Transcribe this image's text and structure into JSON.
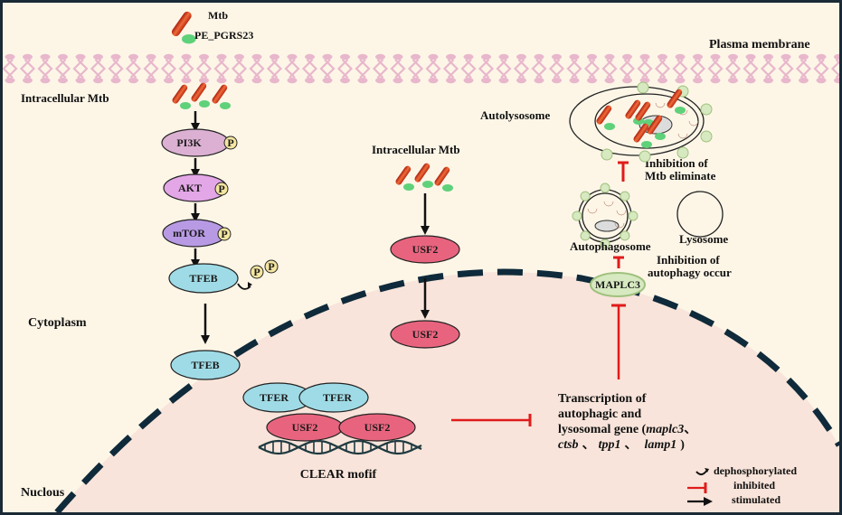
{
  "legend_top": {
    "mtb_label": "Mtb",
    "pe_label": "PE_PGRS23"
  },
  "regions": {
    "plasma_membrane": "Plasma membrane",
    "cytoplasm": "Cytoplasm",
    "nucleus": "Nuclous"
  },
  "left_pathway": {
    "title": "Intracellular Mtb",
    "nodes": [
      "PI3K",
      "AKT",
      "mTOR",
      "TFEB"
    ],
    "nucleus_node": "TFEB",
    "phospho_symbol": "P"
  },
  "middle_pathway": {
    "title": "Intracellular Mtb",
    "cyto_node": "USF2",
    "nucleus_node": "USF2"
  },
  "complex": {
    "tfer_left": "TFER",
    "tfer_right": "TFER",
    "usf2_left": "USF2",
    "usf2_right": "USF2",
    "motif_label": "CLEAR mofif"
  },
  "transcription": {
    "line1": "Transcription of",
    "line2": "autophagic and",
    "line3_prefix": "lysosomal gene (",
    "gene1": "maplc3",
    "sep": "、",
    "gene2": "ctsb",
    "gene3": "tpp1",
    "gene4": "lamp1",
    "close": ")"
  },
  "right_pathway": {
    "autolysosome": "Autolysosome",
    "inhibit_mtb_line1": "Inhibition of",
    "inhibit_mtb_line2": "Mtb eliminate",
    "autophagosome": "Autophagosome",
    "lysosome": "Lysosome",
    "inhibit_auto_line1": "Inhibition of",
    "inhibit_auto_line2": "autophagy occur",
    "maplc3": "MAPLC3"
  },
  "legend": {
    "dephos": "dephosphorylated",
    "inhibited": "inhibited",
    "stimulated": "stimulated"
  },
  "colors": {
    "background": "#fdf6e7",
    "nucleus_fill": "#f8e4da",
    "membrane": "#e8b7cc",
    "pi3k": "#dcb0d2",
    "akt": "#e3a6e6",
    "mtor": "#b89ae4",
    "tfeb": "#9fdbe6",
    "usf2": "#e8647e",
    "maplc3": "#d7e9c0",
    "inhibit": "#e01b1b",
    "phospho": "#f5e6a0",
    "dashed_border": "#0f2a3a"
  }
}
